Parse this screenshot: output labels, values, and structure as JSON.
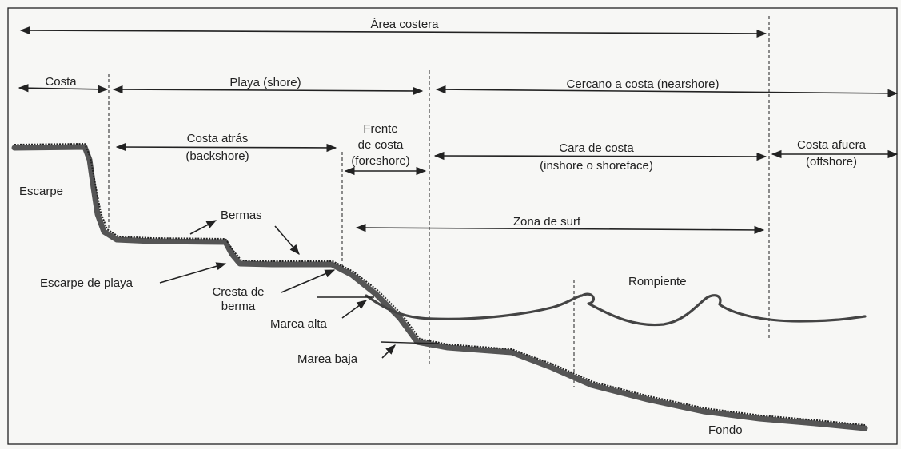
{
  "diagram": {
    "zones": {
      "area_costera": "Área costera",
      "costa": "Costa",
      "playa": "Playa (shore)",
      "cercano": "Cercano a costa (nearshore)",
      "costa_atras_1": "Costa atrás",
      "costa_atras_2": "(backshore)",
      "frente_1": "Frente",
      "frente_2": "de costa",
      "frente_3": "(foreshore)",
      "cara_1": "Cara de costa",
      "cara_2": "(inshore o shoreface)",
      "afuera_1": "Costa afuera",
      "afuera_2": "(offshore)",
      "surf": "Zona de surf"
    },
    "features": {
      "escarpe": "Escarpe",
      "bermas": "Bermas",
      "escarpe_playa": "Escarpe de playa",
      "cresta_1": "Cresta de",
      "cresta_2": "berma",
      "marea_alta": "Marea alta",
      "marea_baja": "Marea baja",
      "rompiente": "Rompiente",
      "fondo": "Fondo"
    }
  }
}
